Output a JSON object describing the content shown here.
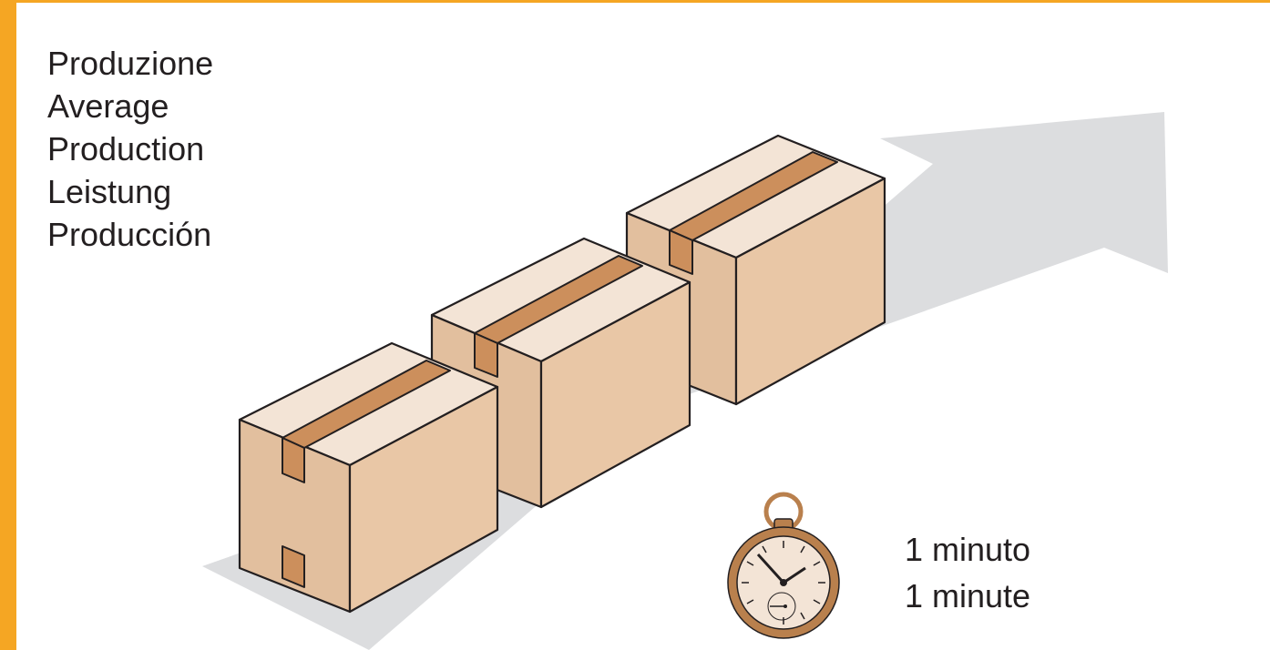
{
  "labels": [
    "Produzione",
    "Average",
    "Production",
    "Leistung",
    "Producción"
  ],
  "time_labels": [
    "1 minuto",
    "1 minute"
  ],
  "colors": {
    "frame": "#f5a623",
    "arrow": "#dcdddf",
    "box_top": "#f3e4d6",
    "box_front": "#e9c7a6",
    "box_side": "#e2bf9e",
    "tape": "#cc8f5c",
    "outline": "#231f20",
    "watch_case": "#b9804d",
    "watch_face": "#f3e4d6"
  },
  "icons": {
    "watch": "stopwatch-icon"
  }
}
